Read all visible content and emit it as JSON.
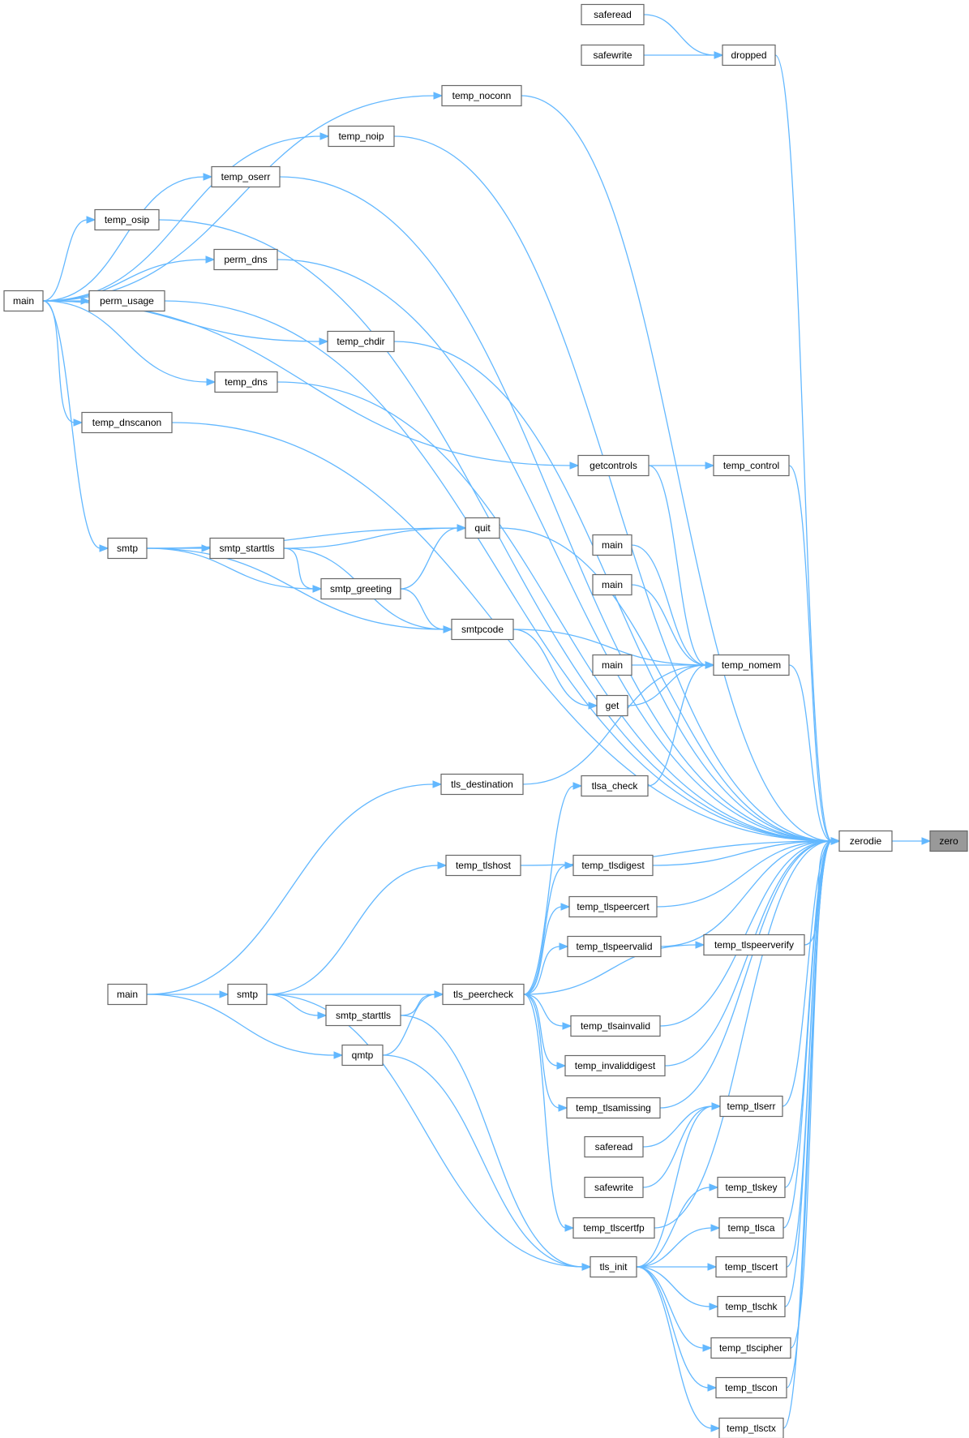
{
  "diagram": {
    "nodes": [
      {
        "id": "saferead1",
        "label": "saferead"
      },
      {
        "id": "safewrite1",
        "label": "safewrite"
      },
      {
        "id": "dropped",
        "label": "dropped"
      },
      {
        "id": "temp_noconn",
        "label": "temp_noconn"
      },
      {
        "id": "temp_noip",
        "label": "temp_noip"
      },
      {
        "id": "temp_oserr",
        "label": "temp_oserr"
      },
      {
        "id": "temp_osip",
        "label": "temp_osip"
      },
      {
        "id": "perm_dns",
        "label": "perm_dns"
      },
      {
        "id": "main1",
        "label": "main"
      },
      {
        "id": "perm_usage",
        "label": "perm_usage"
      },
      {
        "id": "temp_chdir",
        "label": "temp_chdir"
      },
      {
        "id": "temp_dns",
        "label": "temp_dns"
      },
      {
        "id": "temp_dnscanon",
        "label": "temp_dnscanon"
      },
      {
        "id": "getcontrols",
        "label": "getcontrols"
      },
      {
        "id": "temp_control",
        "label": "temp_control"
      },
      {
        "id": "quit",
        "label": "quit"
      },
      {
        "id": "smtp1",
        "label": "smtp"
      },
      {
        "id": "smtp_starttls1",
        "label": "smtp_starttls"
      },
      {
        "id": "main2",
        "label": "main"
      },
      {
        "id": "smtp_greeting",
        "label": "smtp_greeting"
      },
      {
        "id": "main3",
        "label": "main"
      },
      {
        "id": "smtpcode",
        "label": "smtpcode"
      },
      {
        "id": "main4",
        "label": "main"
      },
      {
        "id": "temp_nomem",
        "label": "temp_nomem"
      },
      {
        "id": "get",
        "label": "get"
      },
      {
        "id": "tls_destination",
        "label": "tls_destination"
      },
      {
        "id": "tlsa_check",
        "label": "tlsa_check"
      },
      {
        "id": "zerodie",
        "label": "zerodie"
      },
      {
        "id": "zero",
        "label": "zero"
      },
      {
        "id": "temp_tlshost",
        "label": "temp_tlshost"
      },
      {
        "id": "temp_tlsdigest",
        "label": "temp_tlsdigest"
      },
      {
        "id": "temp_tlspeercert",
        "label": "temp_tlspeercert"
      },
      {
        "id": "temp_tlspeerverify",
        "label": "temp_tlspeerverify"
      },
      {
        "id": "temp_tlspeervalid",
        "label": "temp_tlspeervalid"
      },
      {
        "id": "main5",
        "label": "main"
      },
      {
        "id": "smtp2",
        "label": "smtp"
      },
      {
        "id": "tls_peercheck",
        "label": "tls_peercheck"
      },
      {
        "id": "smtp_starttls2",
        "label": "smtp_starttls"
      },
      {
        "id": "temp_tlsainvalid",
        "label": "temp_tlsainvalid"
      },
      {
        "id": "qmtp",
        "label": "qmtp"
      },
      {
        "id": "temp_invaliddigest",
        "label": "temp_invaliddigest"
      },
      {
        "id": "temp_tlsamissing",
        "label": "temp_tlsamissing"
      },
      {
        "id": "temp_tlserr",
        "label": "temp_tlserr"
      },
      {
        "id": "saferead2",
        "label": "saferead"
      },
      {
        "id": "safewrite2",
        "label": "safewrite"
      },
      {
        "id": "temp_tlskey",
        "label": "temp_tlskey"
      },
      {
        "id": "temp_tlscertfp",
        "label": "temp_tlscertfp"
      },
      {
        "id": "temp_tlsca",
        "label": "temp_tlsca"
      },
      {
        "id": "tls_init",
        "label": "tls_init"
      },
      {
        "id": "temp_tlscert",
        "label": "temp_tlscert"
      },
      {
        "id": "temp_tlschk",
        "label": "temp_tlschk"
      },
      {
        "id": "temp_tlscipher",
        "label": "temp_tlscipher"
      },
      {
        "id": "temp_tlscon",
        "label": "temp_tlscon"
      },
      {
        "id": "temp_tlsctx",
        "label": "temp_tlsctx"
      }
    ],
    "edges": [
      [
        "saferead1",
        "dropped"
      ],
      [
        "safewrite1",
        "dropped"
      ],
      [
        "dropped",
        "zerodie"
      ],
      [
        "temp_noconn",
        "zerodie"
      ],
      [
        "temp_noip",
        "zerodie"
      ],
      [
        "temp_oserr",
        "zerodie"
      ],
      [
        "temp_osip",
        "zerodie"
      ],
      [
        "perm_dns",
        "zerodie"
      ],
      [
        "perm_usage",
        "zerodie"
      ],
      [
        "temp_chdir",
        "zerodie"
      ],
      [
        "temp_dns",
        "zerodie"
      ],
      [
        "temp_dnscanon",
        "zerodie"
      ],
      [
        "temp_control",
        "zerodie"
      ],
      [
        "quit",
        "zerodie"
      ],
      [
        "temp_nomem",
        "zerodie"
      ],
      [
        "zerodie",
        "zero"
      ],
      [
        "main1",
        "temp_noconn"
      ],
      [
        "main1",
        "temp_noip"
      ],
      [
        "main1",
        "temp_oserr"
      ],
      [
        "main1",
        "temp_osip"
      ],
      [
        "main1",
        "perm_dns"
      ],
      [
        "main1",
        "perm_usage"
      ],
      [
        "main1",
        "temp_chdir"
      ],
      [
        "main1",
        "temp_dns"
      ],
      [
        "main1",
        "temp_dnscanon"
      ],
      [
        "main1",
        "getcontrols"
      ],
      [
        "main1",
        "smtp1"
      ],
      [
        "getcontrols",
        "temp_control"
      ],
      [
        "getcontrols",
        "temp_nomem"
      ],
      [
        "smtp1",
        "quit"
      ],
      [
        "smtp1",
        "smtp_starttls1"
      ],
      [
        "smtp1",
        "smtp_greeting"
      ],
      [
        "smtp1",
        "smtpcode"
      ],
      [
        "smtp_starttls1",
        "quit"
      ],
      [
        "smtp_starttls1",
        "smtp_greeting"
      ],
      [
        "smtp_starttls1",
        "smtpcode"
      ],
      [
        "smtp_greeting",
        "quit"
      ],
      [
        "smtp_greeting",
        "smtpcode"
      ],
      [
        "smtpcode",
        "temp_nomem"
      ],
      [
        "smtpcode",
        "get"
      ],
      [
        "main2",
        "temp_nomem"
      ],
      [
        "main3",
        "temp_nomem"
      ],
      [
        "main4",
        "temp_nomem"
      ],
      [
        "get",
        "temp_nomem"
      ],
      [
        "tls_destination",
        "temp_nomem"
      ],
      [
        "tlsa_check",
        "temp_nomem"
      ],
      [
        "temp_tlshost",
        "zerodie"
      ],
      [
        "temp_tlsdigest",
        "zerodie"
      ],
      [
        "temp_tlspeercert",
        "zerodie"
      ],
      [
        "temp_tlspeerverify",
        "zerodie"
      ],
      [
        "temp_tlspeervalid",
        "zerodie"
      ],
      [
        "temp_tlsainvalid",
        "zerodie"
      ],
      [
        "temp_invaliddigest",
        "zerodie"
      ],
      [
        "temp_tlsamissing",
        "zerodie"
      ],
      [
        "temp_tlserr",
        "zerodie"
      ],
      [
        "temp_tlskey",
        "zerodie"
      ],
      [
        "temp_tlscertfp",
        "zerodie"
      ],
      [
        "temp_tlsca",
        "zerodie"
      ],
      [
        "temp_tlscert",
        "zerodie"
      ],
      [
        "temp_tlschk",
        "zerodie"
      ],
      [
        "temp_tlscipher",
        "zerodie"
      ],
      [
        "temp_tlscon",
        "zerodie"
      ],
      [
        "temp_tlsctx",
        "zerodie"
      ],
      [
        "main5",
        "tls_destination"
      ],
      [
        "main5",
        "smtp2"
      ],
      [
        "main5",
        "qmtp"
      ],
      [
        "smtp2",
        "temp_tlshost"
      ],
      [
        "smtp2",
        "tls_peercheck"
      ],
      [
        "smtp2",
        "smtp_starttls2"
      ],
      [
        "smtp2",
        "tls_init"
      ],
      [
        "smtp_starttls2",
        "tls_peercheck"
      ],
      [
        "smtp_starttls2",
        "tls_init"
      ],
      [
        "qmtp",
        "tls_peercheck"
      ],
      [
        "qmtp",
        "tls_init"
      ],
      [
        "tls_peercheck",
        "tlsa_check"
      ],
      [
        "tls_peercheck",
        "temp_tlsdigest"
      ],
      [
        "tls_peercheck",
        "temp_tlspeercert"
      ],
      [
        "tls_peercheck",
        "temp_tlspeervalid"
      ],
      [
        "tls_peercheck",
        "temp_tlspeerverify"
      ],
      [
        "tls_peercheck",
        "temp_tlsainvalid"
      ],
      [
        "tls_peercheck",
        "temp_invaliddigest"
      ],
      [
        "tls_peercheck",
        "temp_tlsamissing"
      ],
      [
        "tls_peercheck",
        "temp_tlscertfp"
      ],
      [
        "saferead2",
        "temp_tlserr"
      ],
      [
        "safewrite2",
        "temp_tlserr"
      ],
      [
        "tls_init",
        "temp_tlserr"
      ],
      [
        "tls_init",
        "temp_tlskey"
      ],
      [
        "tls_init",
        "temp_tlsca"
      ],
      [
        "tls_init",
        "temp_tlscert"
      ],
      [
        "tls_init",
        "temp_tlschk"
      ],
      [
        "tls_init",
        "temp_tlscipher"
      ],
      [
        "tls_init",
        "temp_tlscon"
      ],
      [
        "tls_init",
        "temp_tlsctx"
      ]
    ]
  }
}
